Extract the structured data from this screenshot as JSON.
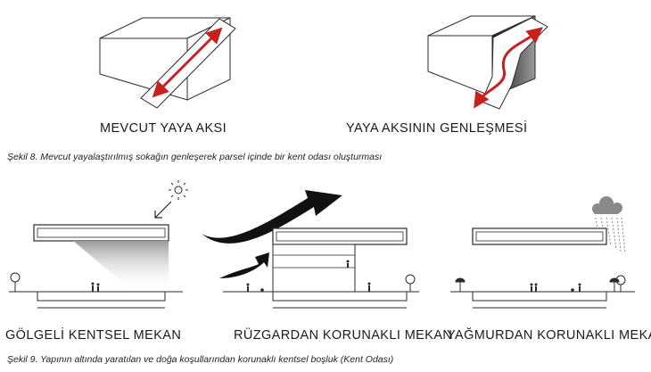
{
  "figure8": {
    "left_label": "MEVCUT YAYA AKSI",
    "right_label": "YAYA AKSININ GENLEŞMESİ",
    "caption": "Şekil 8. Mevcut yayalaştırılmış sokağın genleşerek parsel içinde bir kent odası oluşturması"
  },
  "figure9": {
    "panel_labels": [
      "GÖLGELİ KENTSEL MEKAN",
      "RÜZGARDAN KORUNAKLI MEKAN",
      "YAĞMURDAN KORUNAKLI MEKAN"
    ],
    "caption": "Şekil 9. Yapının altında yaratılan ve doğa koşullarından korunaklı kentsel boşluk (Kent Odası)"
  },
  "colors": {
    "axis_arrow": "#c8201e",
    "line": "#2a2a2a",
    "wind_arrow": "#111111",
    "rain": "#8a8a8a"
  },
  "icons": [
    "sun-icon",
    "tree-icon",
    "person-icon",
    "umbrella-icon",
    "cloud-icon",
    "rain-icon",
    "wind-arrow-icon"
  ]
}
